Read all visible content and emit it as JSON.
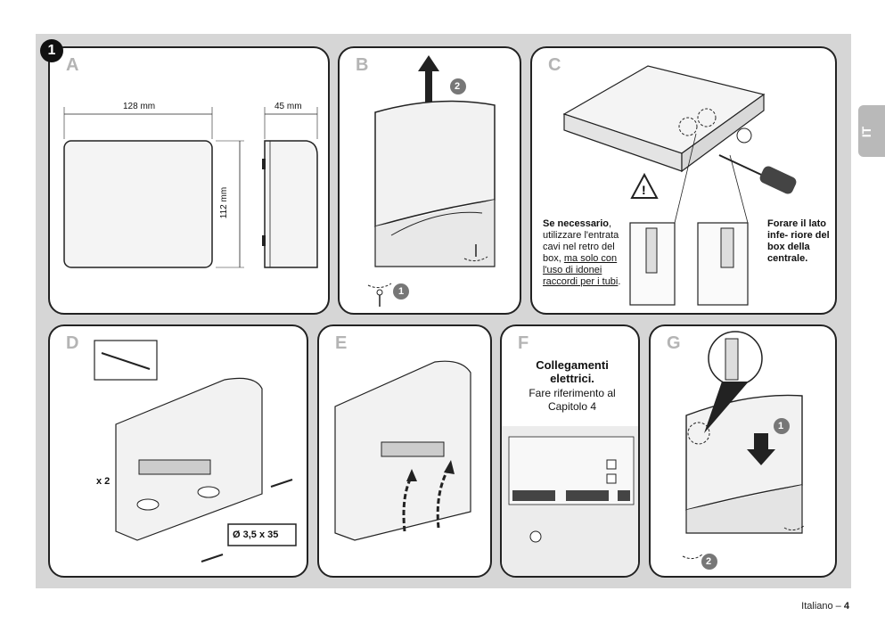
{
  "figure_number": "1",
  "side_tab": "IT",
  "panels": {
    "a": {
      "label": "A",
      "width_dim": "128 mm",
      "depth_dim": "45 mm",
      "height_dim": "112 mm"
    },
    "b": {
      "label": "B",
      "step1": "1",
      "step2": "2"
    },
    "c": {
      "label": "C",
      "note_bold": "Se necessario",
      "note_rest": ", utilizzare l'entrata cavi nel retro del box, ",
      "note_underline": "ma solo con l'uso di idonei raccordi per i tubi",
      "note_end": ".",
      "drill_text": "Forare il lato infe- riore del box della centrale."
    },
    "d": {
      "label": "D",
      "qty": "x 2",
      "screw_size": "Ø 3,5 x 35"
    },
    "e": {
      "label": "E"
    },
    "f": {
      "label": "F",
      "title": "Collegamenti elettrici.",
      "ref": "Fare riferimento al Capitolo 4"
    },
    "g": {
      "label": "G",
      "step1": "1",
      "step2": "2"
    }
  },
  "footer": {
    "language": "Italiano –",
    "page": "4"
  }
}
